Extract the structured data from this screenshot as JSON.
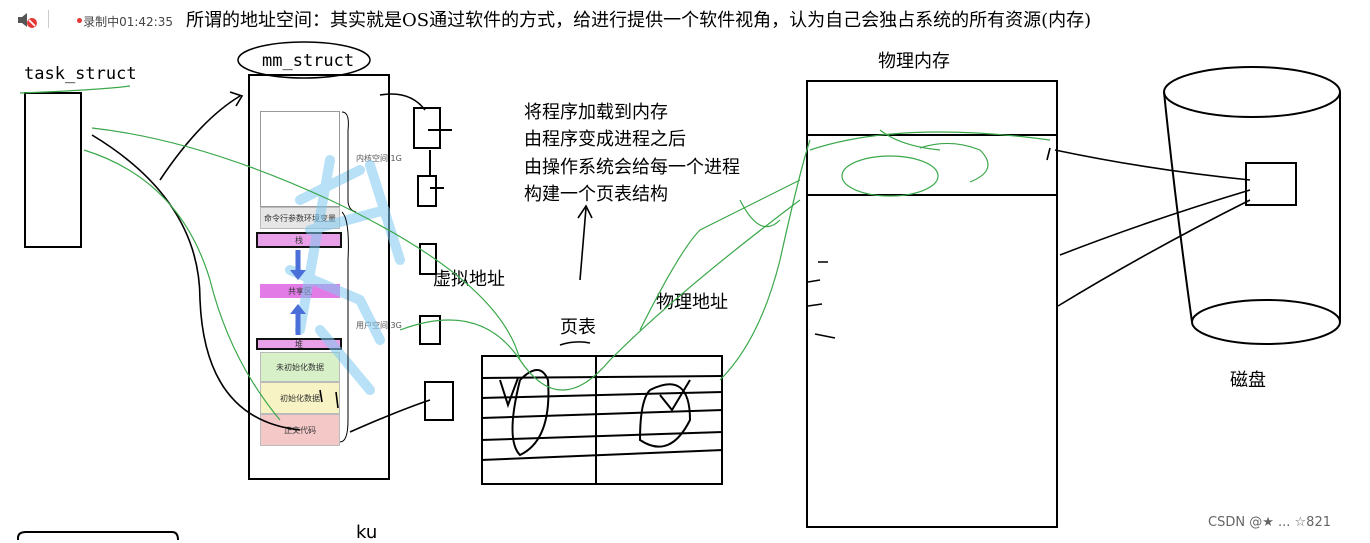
{
  "toolbar": {
    "volume_icon": "speaker-muted-icon",
    "recording_label": "•录制中01:42:35",
    "recording_color": "#e53935"
  },
  "heading": "所谓的地址空间：其实就是OS通过软件的方式，给进行提供一个软件视角，认为自己会独占系统的所有资源(内存)",
  "labels": {
    "task_struct": "task_struct",
    "mm_struct": "mm_struct",
    "kernel_space": "内核空间 1G",
    "user_space": "用户空间 3G",
    "virtual_address": "虚拟地址",
    "page_table": "页表",
    "physical_address": "物理地址",
    "physical_memory": "物理内存",
    "disk": "磁盘",
    "scribble_bottom": "ku"
  },
  "segments": {
    "cmdline_env": "命令行参数环境变量",
    "stack": "栈",
    "shared": "共享区",
    "heap": "堆",
    "uninit_data": "未初始化数据",
    "init_data": "初始化数据",
    "code": "正文代码"
  },
  "notes": [
    "将程序加载到内存",
    "由程序变成进程之后",
    "由操作系统会给每一个进程",
    "构建一个页表结构"
  ],
  "watermark": "CSDN @★ ... ☆821",
  "colors": {
    "ink": "#000000",
    "green_ink": "#3aa84a",
    "watermark_blue": "#7ec8f0",
    "arrow_blue": "#4a6fd8",
    "stack_pink": "#e8a0e8",
    "shared_magenta": "#e27be6",
    "uninit_green": "#d7f0c8",
    "init_yellow": "#f7f3c4",
    "code_pink": "#f5c8c8"
  }
}
